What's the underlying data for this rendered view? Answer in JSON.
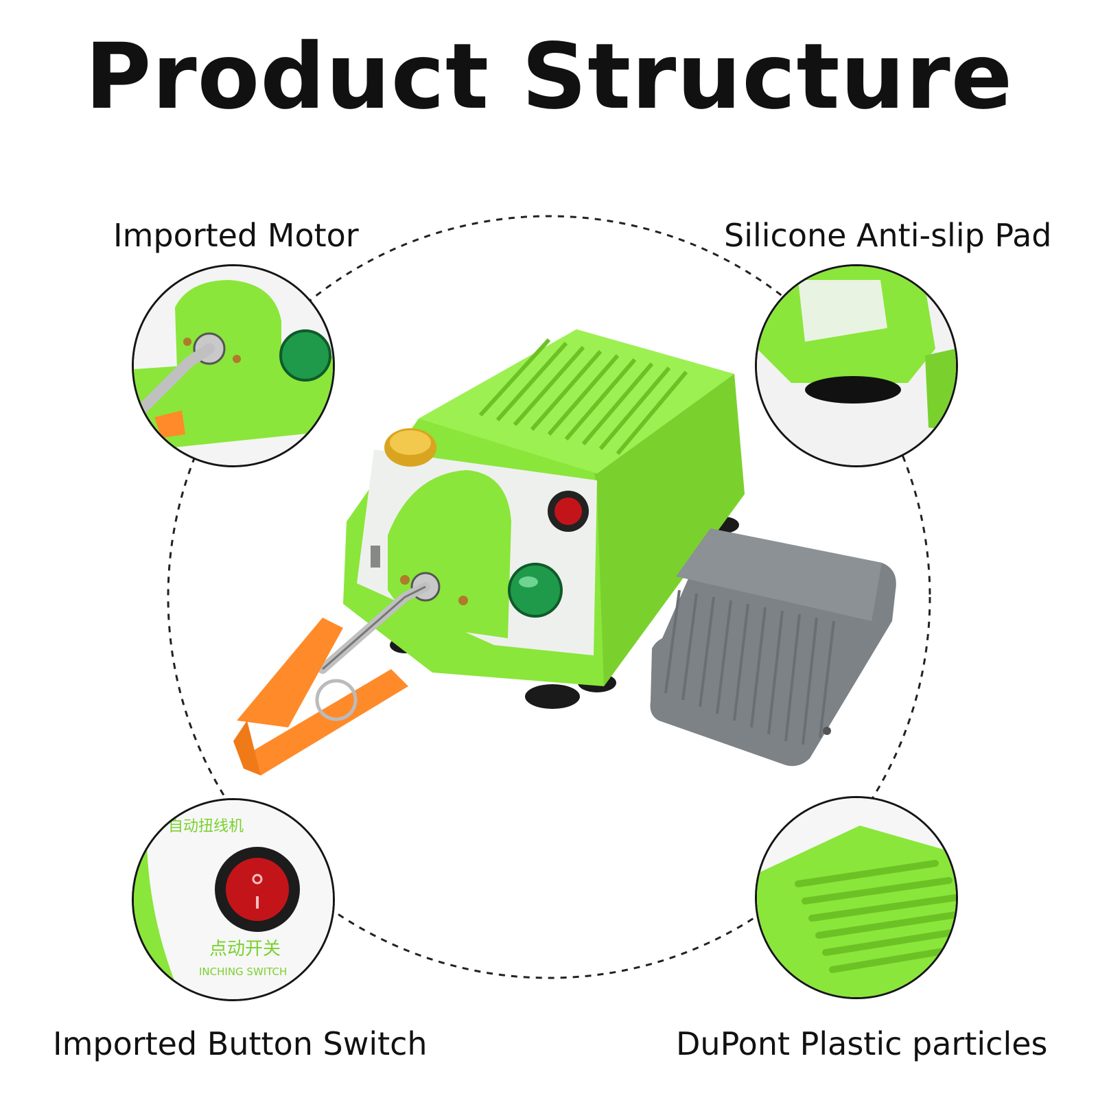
{
  "title": "Product Structure",
  "features": {
    "top_left": "Imported Motor",
    "top_right": "Silicone Anti-slip Pad",
    "bottom_left": "Imported Button Switch",
    "bottom_right": "DuPont Plastic particles"
  },
  "device_text": {
    "zoom_top_cn": "自动扭线机",
    "zoom_inching_cn": "点动开关",
    "zoom_inching_en": "INCHING SWITCH"
  },
  "colors": {
    "body_green": "#8ae63a",
    "body_green_dark": "#6cc224",
    "pedal_gray": "#7d8286",
    "clip_orange": "#ff8a2a",
    "button_green": "#1e9a4a",
    "button_red": "#c3141a",
    "knob_gold": "#d9a520"
  }
}
